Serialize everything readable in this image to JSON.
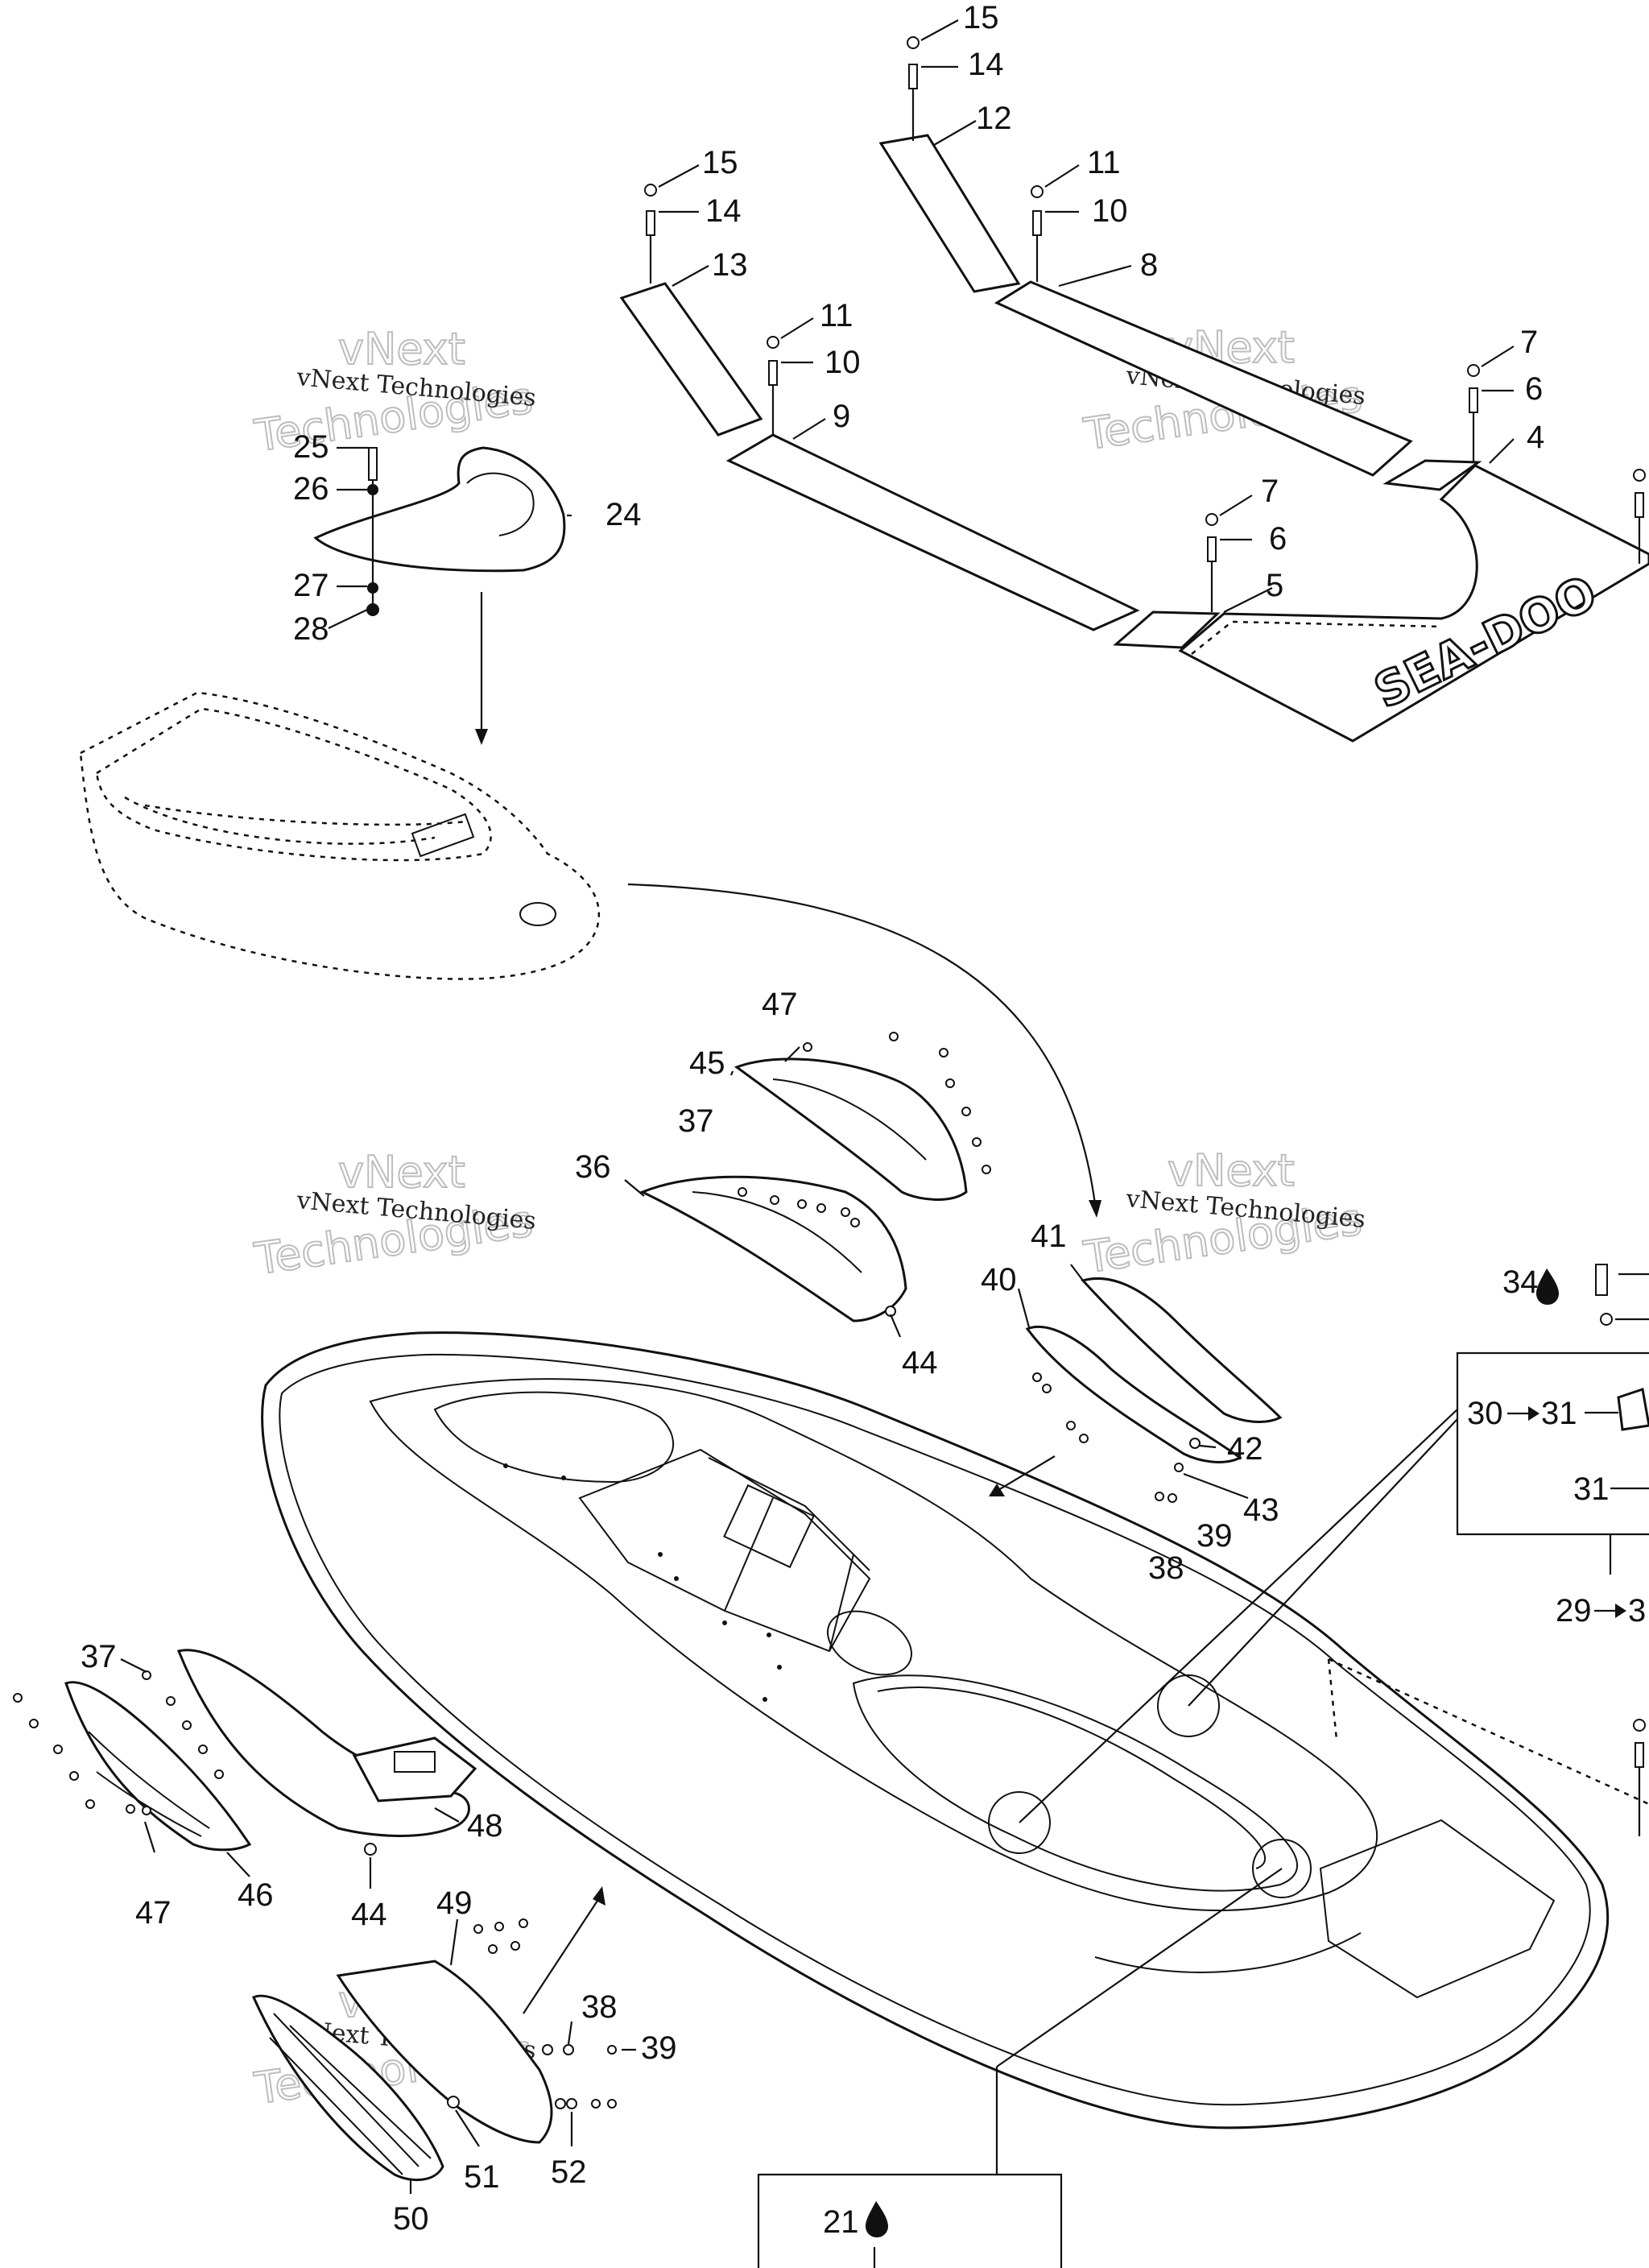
{
  "diagram": {
    "watermark": {
      "line1": "vNext",
      "line2": "Technologies",
      "small": "vNext Technologies"
    },
    "brand_logo": "SEA-DOO",
    "labels": {
      "c4": "4",
      "c5": "5",
      "c6a": "6",
      "c6b": "6",
      "c7a": "7",
      "c7b": "7",
      "c8": "8",
      "c9": "9",
      "c10a": "10",
      "c10b": "10",
      "c11a": "11",
      "c11b": "11",
      "c12": "12",
      "c13": "13",
      "c14a": "14",
      "c14b": "14",
      "c15a": "15",
      "c15b": "15",
      "c21": "21",
      "c24": "24",
      "c25": "25",
      "c26": "26",
      "c27": "27",
      "c28": "28",
      "c29": "29",
      "c29to": "3",
      "c30": "30",
      "c31a": "31",
      "c31b": "31",
      "c34": "34",
      "c36": "36",
      "c37a": "37",
      "c37b": "37",
      "c38a": "38",
      "c38b": "38",
      "c39a": "39",
      "c39b": "39",
      "c40": "40",
      "c41": "41",
      "c42": "42",
      "c43": "43",
      "c44a": "44",
      "c44b": "44",
      "c45": "45",
      "c46": "46",
      "c47a": "47",
      "c47b": "47",
      "c48": "48",
      "c49": "49",
      "c50": "50",
      "c51": "51",
      "c52": "52"
    }
  }
}
